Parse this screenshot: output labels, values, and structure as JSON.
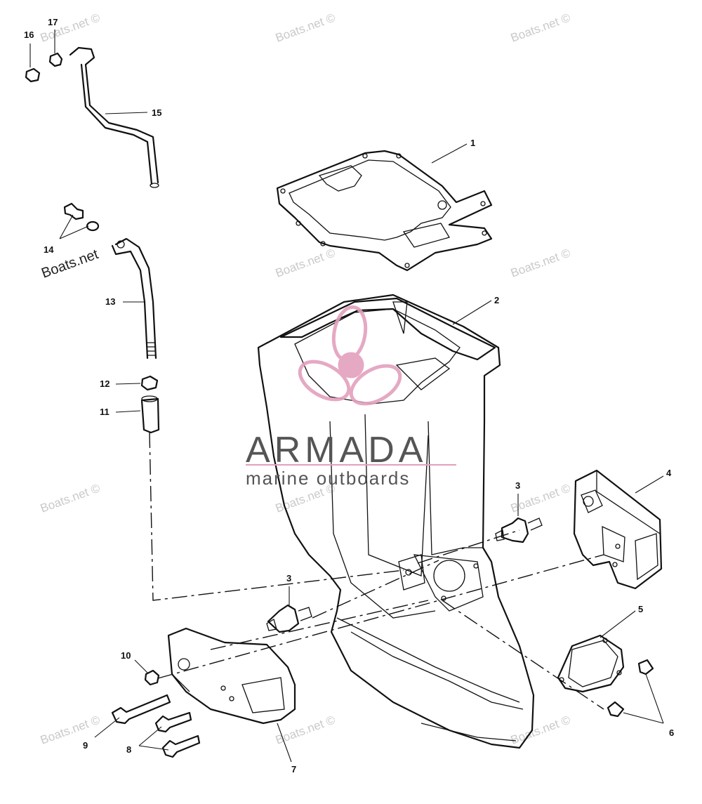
{
  "watermark": {
    "text": "Boats.net ©",
    "text_plain": "Boats.net"
  },
  "brand": {
    "name": "ARMADA",
    "tagline": "marine outboards",
    "color": "#e3a0bd",
    "text_color": "#555555"
  },
  "callouts": [
    "1",
    "2",
    "3",
    "3",
    "4",
    "5",
    "6",
    "7",
    "8",
    "9",
    "10",
    "11",
    "12",
    "13",
    "14",
    "15",
    "16",
    "17"
  ]
}
